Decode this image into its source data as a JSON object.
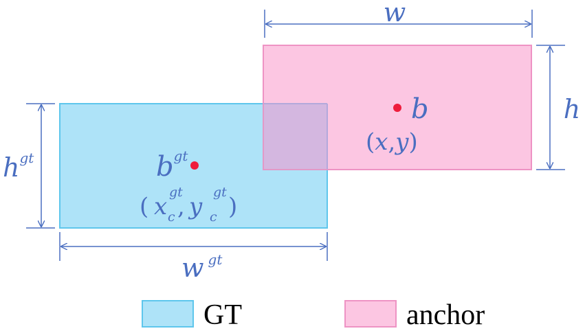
{
  "colors": {
    "gt_fill": "#aee3f8",
    "gt_stroke": "#5ec6ec",
    "anchor_fill": "#fcc6e2",
    "anchor_stroke": "#ee93c4",
    "overlap_fill": "#d4b7e0",
    "dimension_line": "#4a6ec0",
    "center_dot": "#ee1c3c"
  },
  "anchor": {
    "center_label": "b",
    "coord_open": "(",
    "coord_x": "x",
    "coord_comma": ",",
    "coord_y": "y",
    "coord_close": ")",
    "width_label": "w",
    "height_label": "h"
  },
  "gt": {
    "center_label": "b",
    "center_sup": "gt",
    "coord_open": "(",
    "coord_x": "x",
    "coord_x_sup": "gt",
    "coord_x_sub": "c",
    "coord_comma": ",",
    "coord_y": "y",
    "coord_y_sup": "gt",
    "coord_y_sub": "c",
    "coord_close": ")",
    "width_label": "w",
    "width_sup": "gt",
    "height_label": "h",
    "height_sup": "gt"
  },
  "legend": {
    "gt_label": "GT",
    "anchor_label": "anchor"
  }
}
